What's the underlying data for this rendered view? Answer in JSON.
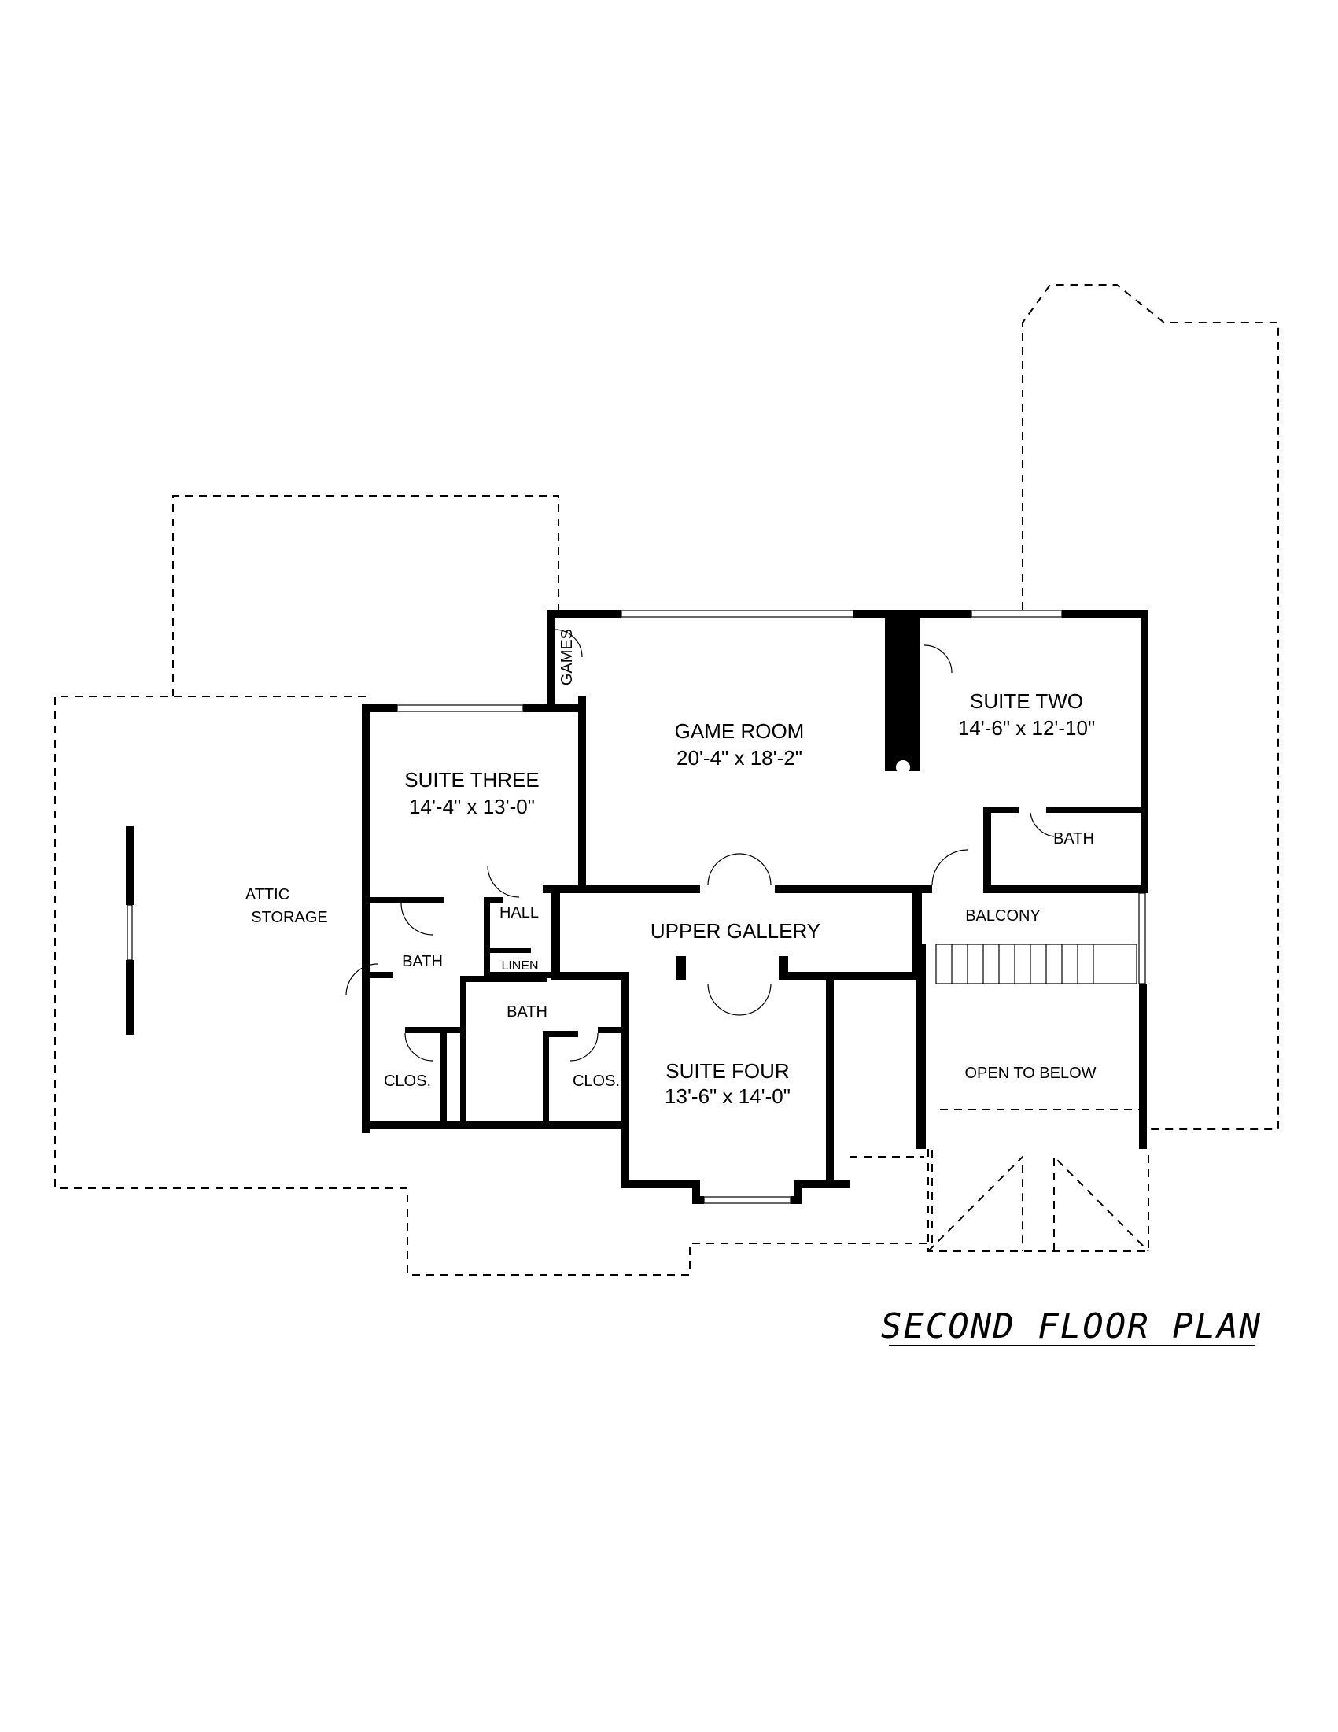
{
  "plan_title": "SECOND FLOOR PLAN",
  "rooms": {
    "game_room": {
      "name": "GAME ROOM",
      "size": "20'-4\" x 18'-2\""
    },
    "suite_two": {
      "name": "SUITE TWO",
      "size": "14'-6\" x 12'-10\""
    },
    "suite_three": {
      "name": "SUITE THREE",
      "size": "14'-4\" x 13'-0\""
    },
    "suite_four": {
      "name": "SUITE FOUR",
      "size": "13'-6\" x 14'-0\""
    },
    "attic_storage": {
      "line1": "ATTIC",
      "line2": "STORAGE"
    },
    "upper_gallery": "UPPER GALLERY",
    "balcony": "BALCONY",
    "open_to_below": "OPEN TO BELOW",
    "games": "GAMES",
    "hall": "HALL",
    "linen": "LINEN",
    "bath_suite_two": "BATH",
    "bath_suite_three": "BATH",
    "bath_suite_four": "BATH",
    "clos_left": "CLOS.",
    "clos_right": "CLOS."
  }
}
